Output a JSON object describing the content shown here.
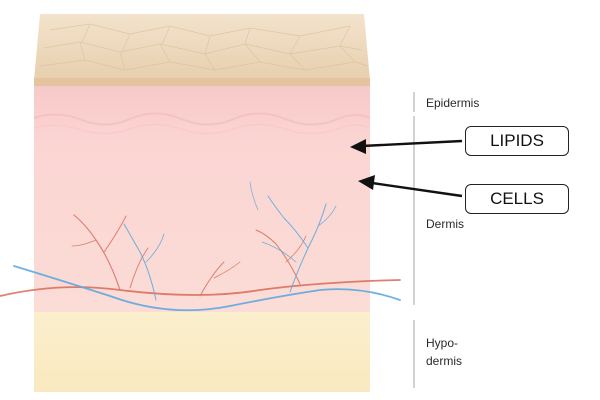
{
  "labels": {
    "epidermis": "Epidermis",
    "dermis": "Dermis",
    "hypodermis_line1": "Hypo-",
    "hypodermis_line2": "dermis"
  },
  "callouts": {
    "lipids": "LIPIDS",
    "cells": "CELLS"
  },
  "colors": {
    "epidermis_top": "#eed9be",
    "dermis": "#fbd9d7",
    "hypodermis": "#fbefc9",
    "artery": "#e07060",
    "vein": "#6aaee0",
    "divider": "#b8b8b8"
  }
}
